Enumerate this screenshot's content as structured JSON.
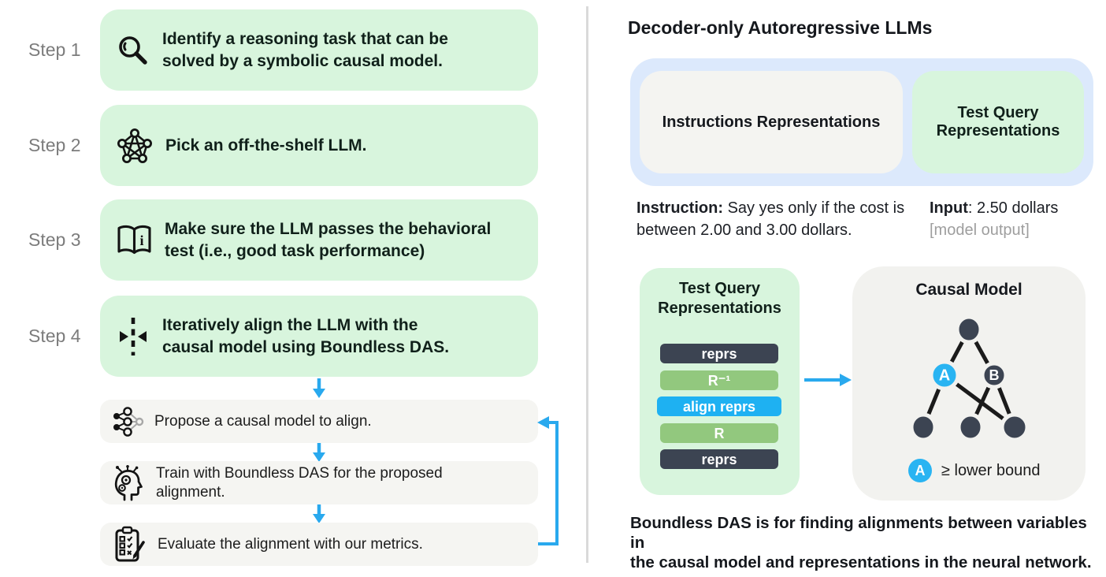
{
  "left": {
    "steps": [
      {
        "label": "Step 1",
        "icon": "magnifier-icon",
        "text": "Identify a reasoning task that can be\nsolved by a symbolic causal model."
      },
      {
        "label": "Step 2",
        "icon": "network-icon",
        "text": "Pick an off-the-shelf LLM."
      },
      {
        "label": "Step 3",
        "icon": "book-icon",
        "text": "Make sure the LLM passes the behavioral\ntest (i.e., good task performance)"
      },
      {
        "label": "Step 4",
        "icon": "align-center-icon",
        "text": "Iteratively align the LLM with the\ncausal model using Boundless DAS."
      }
    ],
    "substeps": [
      {
        "icon": "causal-graph-icon",
        "text": "Propose a causal model to align."
      },
      {
        "icon": "robot-head-icon",
        "text": "Train with Boundless DAS for the proposed\nalignment."
      },
      {
        "icon": "checklist-icon",
        "text": "Evaluate the alignment with our metrics."
      }
    ]
  },
  "right": {
    "title": "Decoder-only Autoregressive LLMs",
    "llm_box": {
      "instructions_label": "Instructions Representations",
      "test_query_label": "Test Query Representations"
    },
    "example": {
      "instruction_label": "Instruction:",
      "instruction_line1": "Say yes only if the cost is",
      "instruction_line2": "between 2.00 and 3.00 dollars.",
      "input_label": "Input",
      "input_value": ": 2.50 dollars",
      "input_note": "[model output]"
    },
    "alignment": {
      "test_query_title": "Test Query Representations",
      "bars": [
        {
          "label": "reprs",
          "color": "dark"
        },
        {
          "label": "R⁻¹",
          "color": "green"
        },
        {
          "label": "align reprs",
          "color": "blue"
        },
        {
          "label": "R",
          "color": "green"
        },
        {
          "label": "reprs",
          "color": "dark"
        }
      ],
      "causal_title": "Causal Model",
      "node_a": "A",
      "node_b": "B",
      "legend_node": "A",
      "legend_text": "≥ lower bound"
    },
    "caption_line1": "Boundless DAS is for finding alignments between variables in",
    "caption_line2": "the causal model and representations in the neural network."
  },
  "colors": {
    "mint_green": "#d8f5dd",
    "box_gray": "#f5f5f2",
    "container_blue": "#dce9fc",
    "accent_blue": "#29a9ee",
    "bar_dark": "#3c4452",
    "bar_green": "#92c87e",
    "bar_blue": "#1eb1f2",
    "node_blue": "#29b4f2",
    "step_label_gray": "#7c7c7c",
    "note_gray": "#9e9e9e",
    "divider_gray": "#dadada"
  }
}
